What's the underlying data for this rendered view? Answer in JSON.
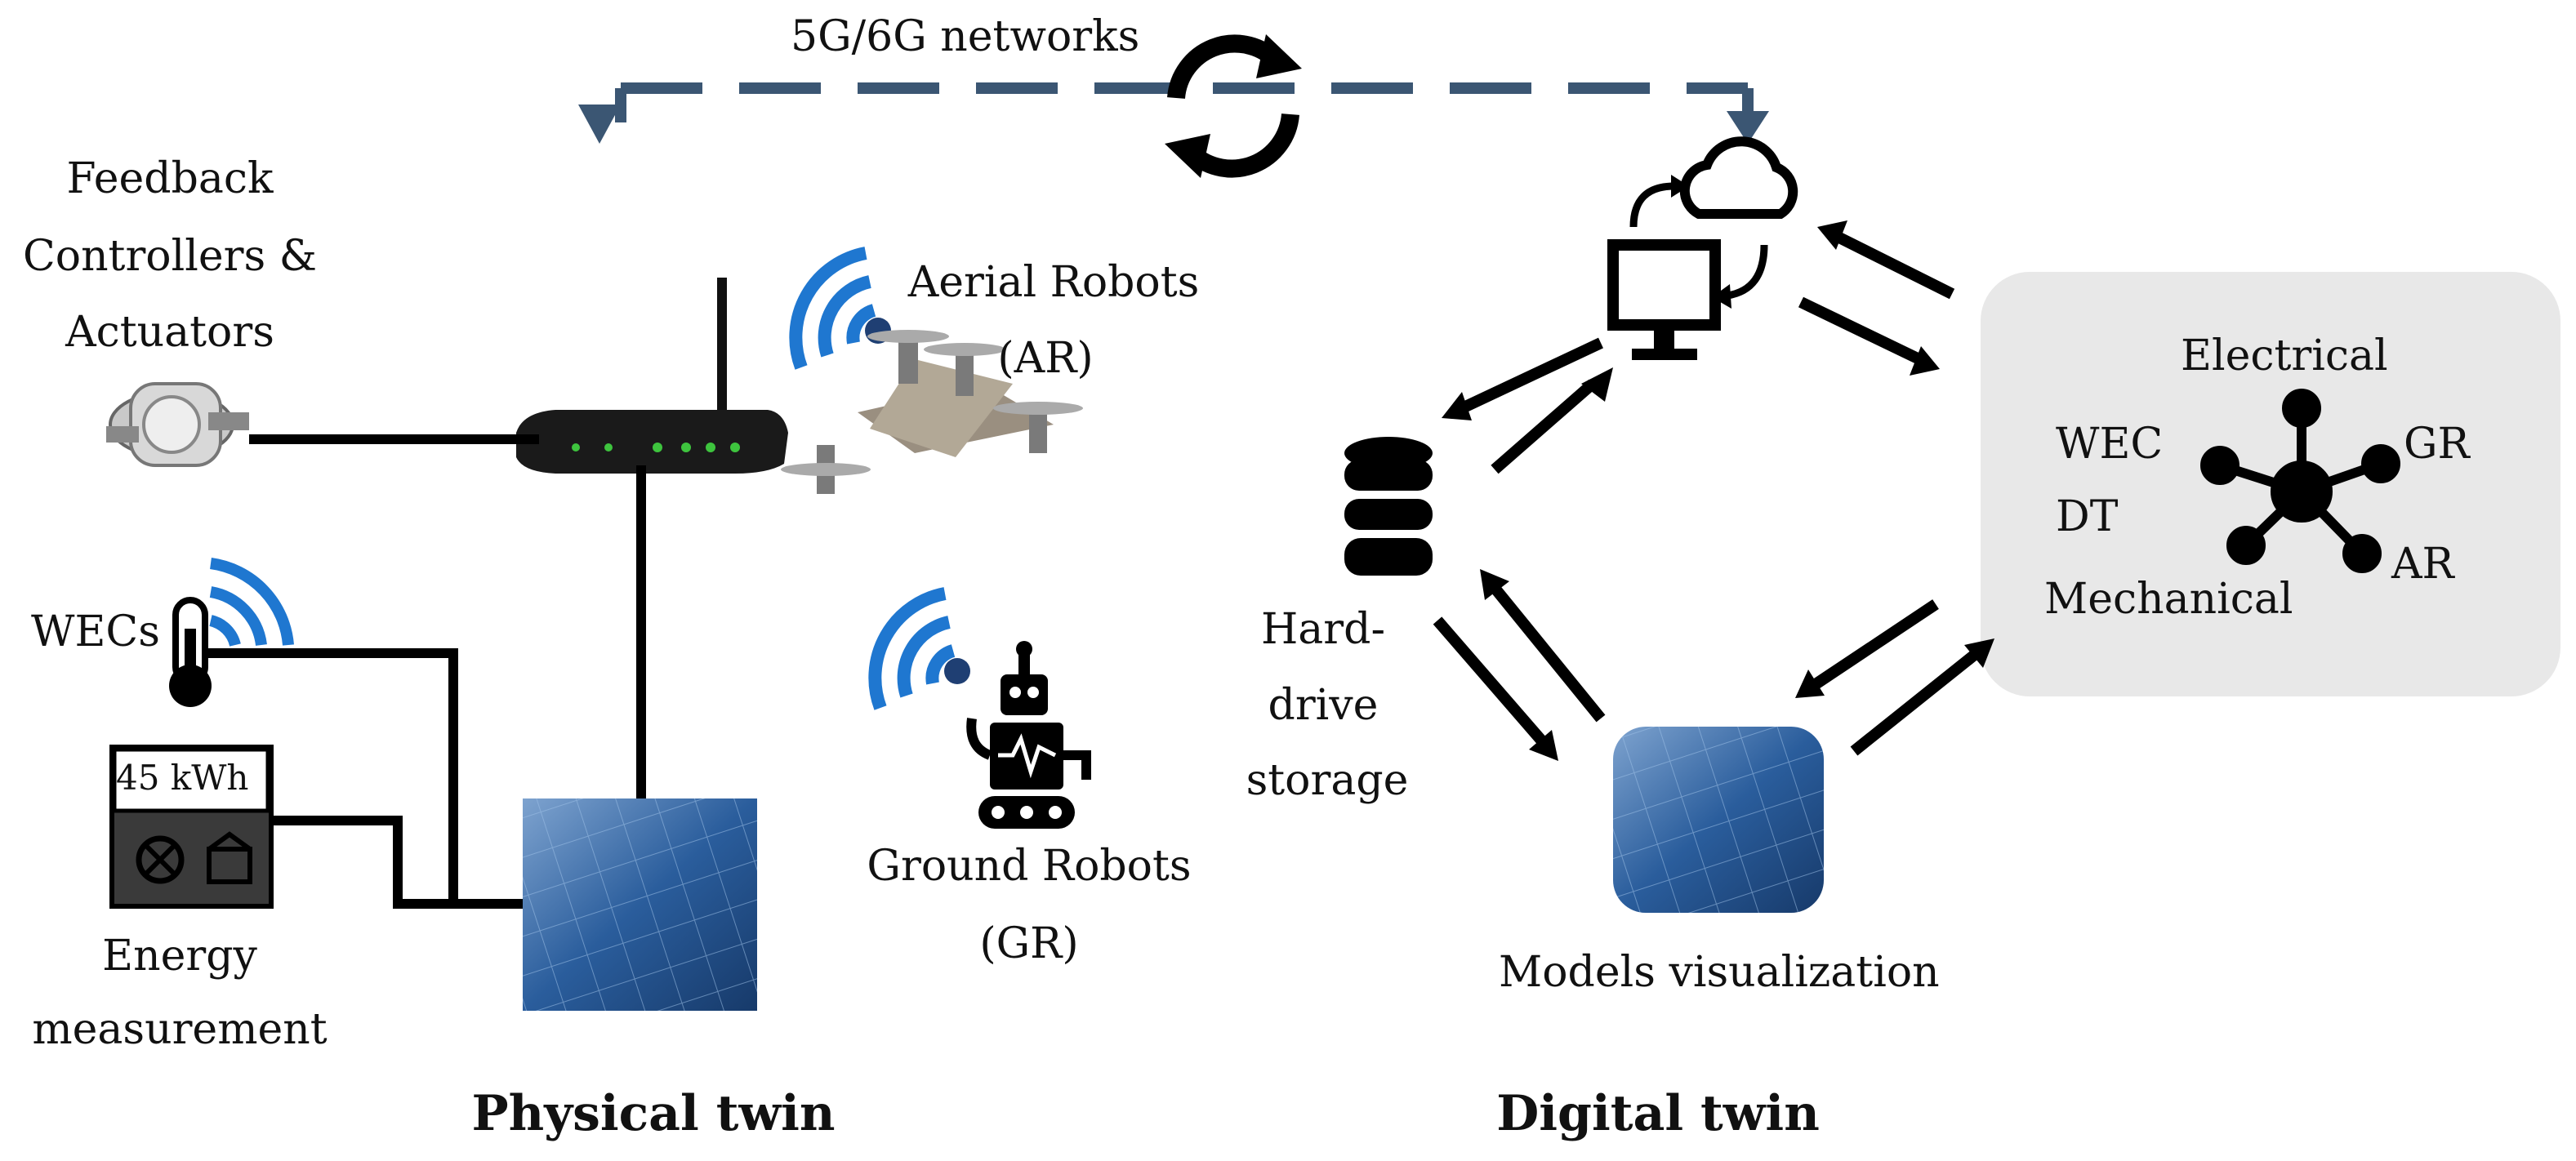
{
  "network": {
    "label": "5G/6G networks"
  },
  "physical": {
    "title": "Physical twin",
    "feedback_label": [
      "Feedback",
      "Controllers &",
      "Actuators"
    ],
    "aerial_label": [
      "Aerial Robots",
      "(AR)"
    ],
    "ground_label": [
      "Ground Robots",
      "(GR)"
    ],
    "wecs_label": "WECs",
    "meter_reading": "45 kWh",
    "energy_label": [
      "Energy",
      "measurement"
    ]
  },
  "digital": {
    "title": "Digital twin",
    "storage_label": [
      "Hard-",
      "drive",
      "storage"
    ],
    "models_label": "Models visualization",
    "dt_panel": {
      "electrical": "Electrical",
      "wec": "WEC",
      "gr": "GR",
      "dt": "DT",
      "ar": "AR",
      "mechanical": "Mechanical"
    }
  },
  "colors": {
    "wifi_blue": "#1f77d0",
    "dash_line": "#3b5673",
    "panel_grey": "#e8e8e8",
    "solar_blue": "#2a5d9c"
  }
}
